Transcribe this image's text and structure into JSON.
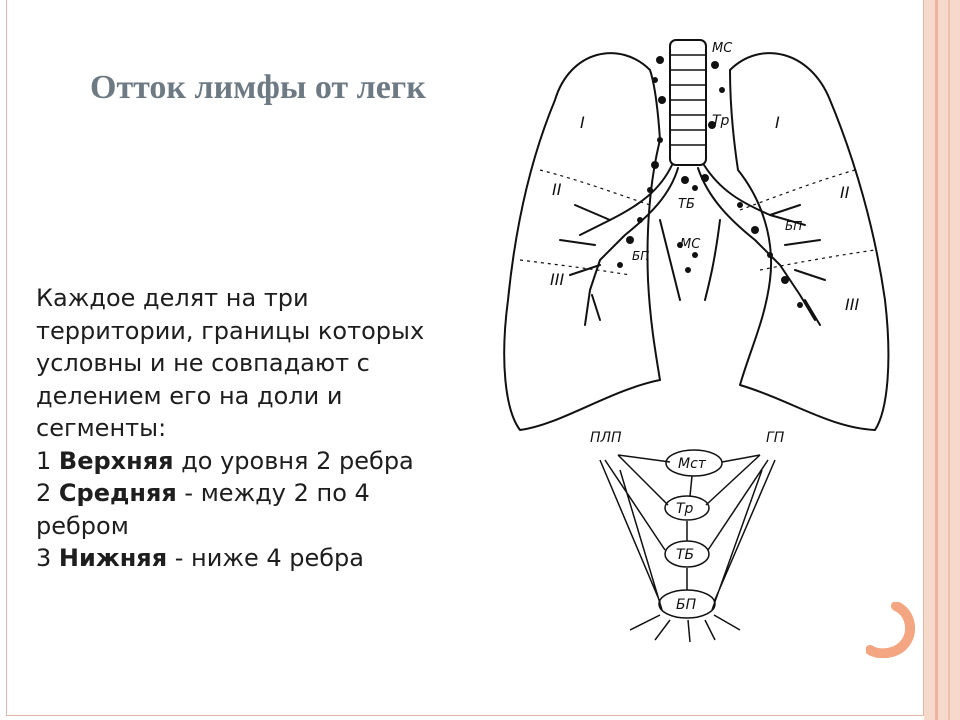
{
  "title": "Отток лимфы от легк",
  "paragraph": [
    "Каждое делят на три",
    "территории, границы которых",
    "условны и не совпадают с",
    "делением его на доли и",
    "сегменты:"
  ],
  "zones": [
    {
      "number": "1",
      "name": "Верхняя",
      "description": " до уровня 2 ребра"
    },
    {
      "number": "2",
      "name": "Средняя",
      "description": " - между 2 по 4"
    },
    {
      "number": "",
      "name": "",
      "description": "ребром"
    },
    {
      "number": "3",
      "name": "Нижняя",
      "description": " - ниже 4 ребра"
    }
  ],
  "diagram_labels": {
    "mc_top": "МС",
    "tr": "Тр",
    "tb": "ТБ",
    "mc_mid": "МС",
    "bp_left": "БП",
    "bp_right": "БП",
    "zone_I_left": "I",
    "zone_I_right": "I",
    "zone_II_left": "II",
    "zone_II_right": "II",
    "zone_III_left": "III",
    "zone_III_right": "III",
    "plp": "ПЛП",
    "gp": "ГП",
    "node_mst": "Мст",
    "node_tr": "Тр",
    "node_tb": "ТБ",
    "node_bp": "БП"
  },
  "colors": {
    "title": "#6d7a84",
    "text": "#1e1e1e",
    "accent": "#f4a582",
    "frame": "#e0b9aa"
  }
}
